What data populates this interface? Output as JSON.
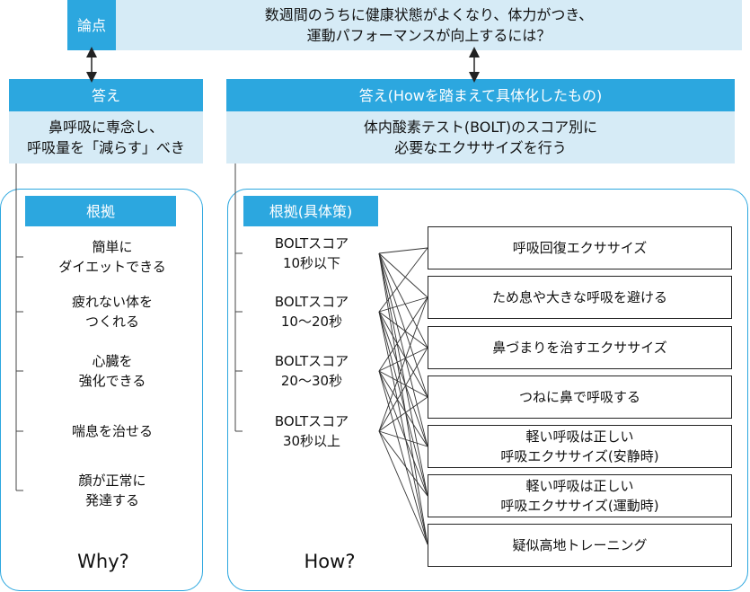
{
  "issue": {
    "label": "論点",
    "text": "数週間のうちに健康状態がよくなり、体力がつき、\n運動パフォーマンスが向上するには？"
  },
  "answer": {
    "header": "答え",
    "text": "鼻呼吸に専念し、\n呼吸量を「減らす」べき"
  },
  "answer_detail": {
    "header": "答え(Howを踏まえて具体化したもの)",
    "text": "体内酸素テスト(BOLT)のスコア別に\n必要なエクササイズを行う"
  },
  "why_panel": {
    "header": "根拠",
    "items": [
      "簡単に\nダイエットできる",
      "疲れない体を\nつくれる",
      "心臓を\n強化できる",
      "喘息を治せる",
      "顔が正常に\n発達する"
    ],
    "footer": "Why?"
  },
  "how_panel": {
    "header": "根拠(具体策)",
    "scores": [
      "BOLTスコア\n10秒以下",
      "BOLTスコア\n10〜20秒",
      "BOLTスコア\n20〜30秒",
      "BOLTスコア\n30秒以上"
    ],
    "exercises": [
      "呼吸回復エクササイズ",
      "ため息や大きな呼吸を避ける",
      "鼻づまりを治すエクササイズ",
      "つねに鼻で呼吸する",
      "軽い呼吸は正しい\n呼吸エクササイズ(安静時)",
      "軽い呼吸は正しい\n呼吸エクササイズ(運動時)",
      "疑似高地トレーニング"
    ],
    "footer": "How?"
  },
  "colors": {
    "accent": "#2ca7df",
    "pale": "#d6ebf6",
    "line": "#222222"
  }
}
